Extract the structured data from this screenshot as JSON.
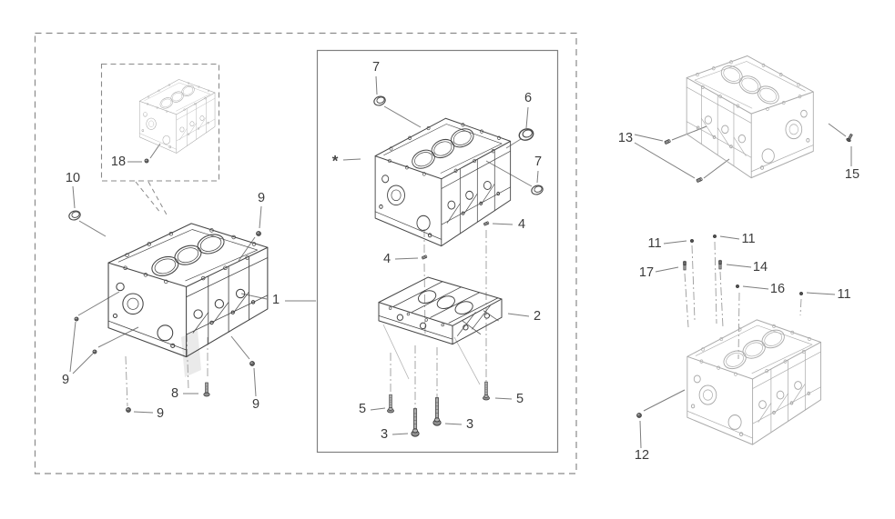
{
  "diagram": {
    "background": "#ffffff",
    "colors": {
      "frame_line": "#8a8a8a",
      "leader_line": "#7d7d7d",
      "axis_line": "#9b9b9b",
      "block_dark": "#454545",
      "block_light": "#a9a9a9",
      "label_text": "#3c3c3c"
    }
  },
  "callouts": [
    {
      "part": "18",
      "area": "inset-view",
      "icon": "small-plug-icon"
    },
    {
      "part": "10",
      "area": "main-block",
      "icon": "cup-plug-icon"
    },
    {
      "part": "9",
      "area": "main-block",
      "icon": "small-plug-icon"
    },
    {
      "part": "1",
      "area": "main-block",
      "icon": "cylinder-block-icon"
    },
    {
      "part": "9",
      "area": "main-block",
      "icon": "small-plug-icon"
    },
    {
      "part": "8",
      "area": "main-block",
      "icon": "stud-bolt-icon"
    },
    {
      "part": "9",
      "area": "main-block",
      "icon": "small-plug-icon"
    },
    {
      "part": "9",
      "area": "main-block",
      "icon": "small-plug-icon"
    },
    {
      "part": "7",
      "area": "assembly-box",
      "icon": "cup-plug-icon"
    },
    {
      "part": "6",
      "area": "assembly-box",
      "icon": "cup-plug-icon"
    },
    {
      "part": "7",
      "area": "assembly-box",
      "icon": "cup-plug-icon"
    },
    {
      "part": "*",
      "area": "assembly-box",
      "icon": "reference-mark"
    },
    {
      "part": "4",
      "area": "assembly-box",
      "icon": "dowel-icon"
    },
    {
      "part": "4",
      "area": "assembly-box",
      "icon": "dowel-icon"
    },
    {
      "part": "2",
      "area": "assembly-box",
      "icon": "bedplate-icon"
    },
    {
      "part": "5",
      "area": "assembly-box",
      "icon": "bolt-icon"
    },
    {
      "part": "3",
      "area": "assembly-box",
      "icon": "bolt-icon"
    },
    {
      "part": "3",
      "area": "assembly-box",
      "icon": "bolt-icon"
    },
    {
      "part": "5",
      "area": "assembly-box",
      "icon": "bolt-icon"
    },
    {
      "part": "13",
      "area": "top-right-block",
      "icon": "dowel-pin-icon"
    },
    {
      "part": "15",
      "area": "top-right-block",
      "icon": "screw-icon"
    },
    {
      "part": "11",
      "area": "bottom-right-block",
      "icon": "pin-icon"
    },
    {
      "part": "11",
      "area": "bottom-right-block",
      "icon": "pin-icon"
    },
    {
      "part": "17",
      "area": "bottom-right-block",
      "icon": "stud-icon"
    },
    {
      "part": "14",
      "area": "bottom-right-block",
      "icon": "stud-icon"
    },
    {
      "part": "16",
      "area": "bottom-right-block",
      "icon": "pin-icon"
    },
    {
      "part": "11",
      "area": "bottom-right-block",
      "icon": "pin-icon"
    },
    {
      "part": "12",
      "area": "bottom-right-block",
      "icon": "small-plug-icon"
    }
  ]
}
